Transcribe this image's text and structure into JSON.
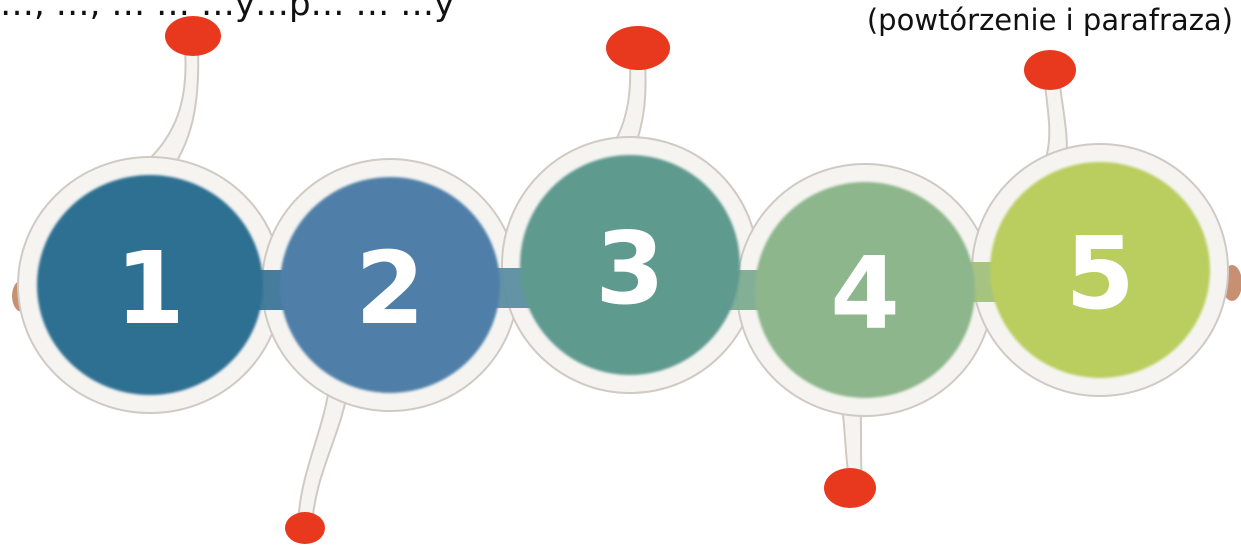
{
  "header": {
    "caption_partial": "…, …, … … …y…p… … …y",
    "caption_right": "(powtórzenie i parafraza)"
  },
  "steps": [
    {
      "label": "1",
      "color": "#2f6f92"
    },
    {
      "label": "2",
      "color": "#4f7fa8"
    },
    {
      "label": "3",
      "color": "#5f9a8f"
    },
    {
      "label": "4",
      "color": "#8db68c"
    },
    {
      "label": "5",
      "color": "#b9ce5e"
    }
  ],
  "decorations": {
    "stalk_bud_color": "#e8391e",
    "side_nub_color": "#c89072",
    "outline_color": "#f4f2ef"
  }
}
